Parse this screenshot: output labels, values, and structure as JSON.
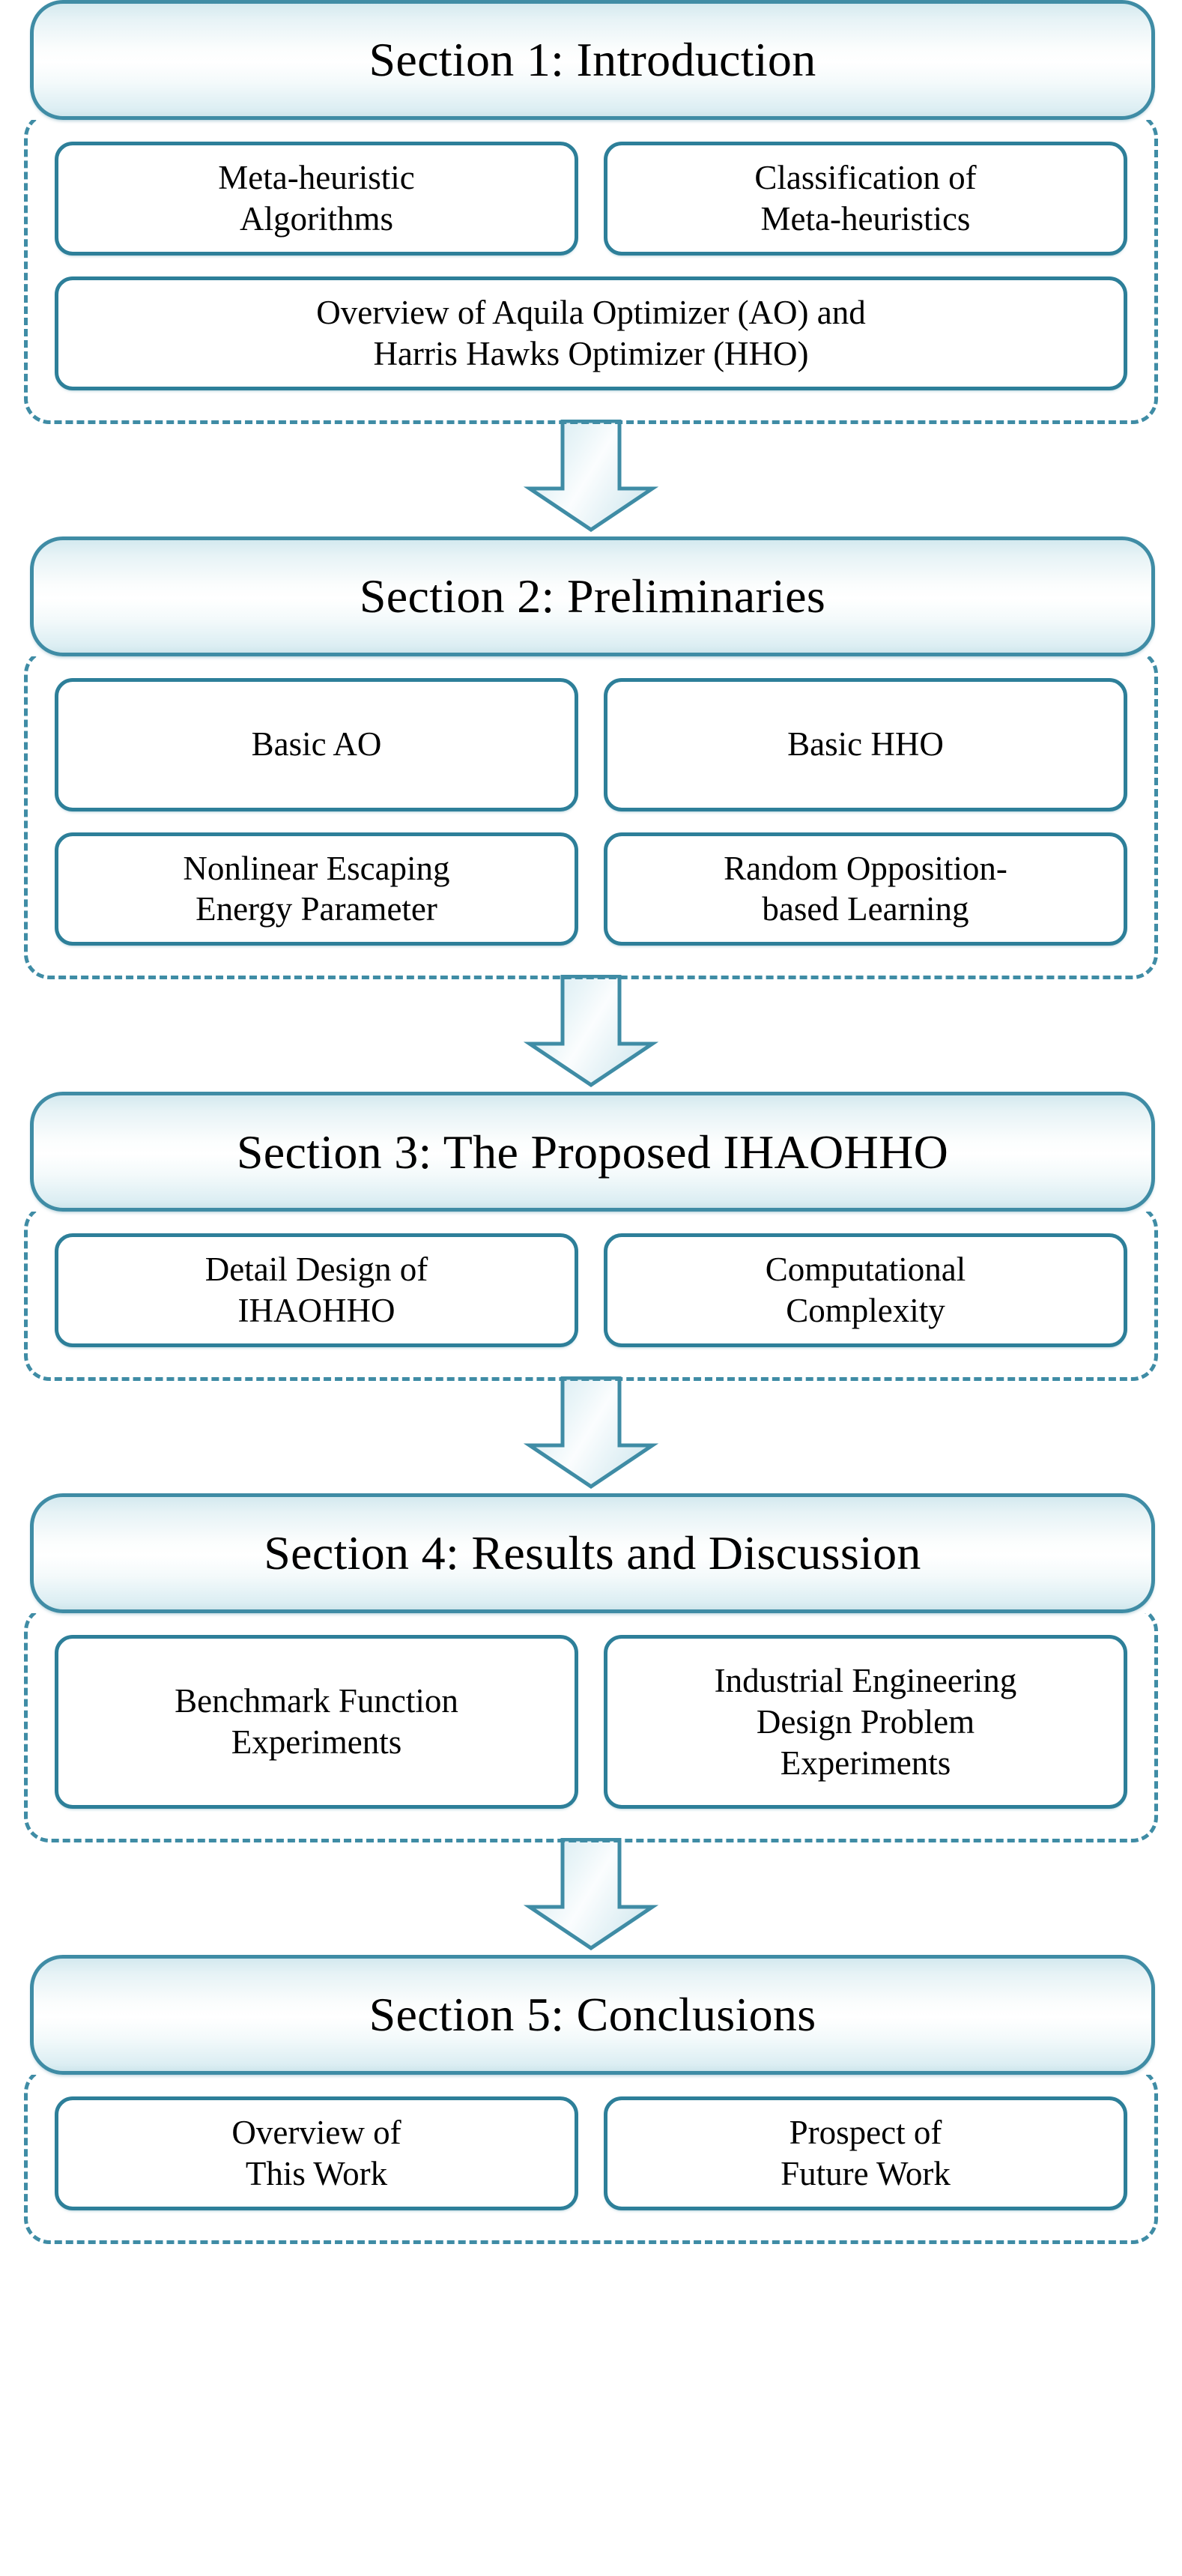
{
  "diagram": {
    "title": "Paper organization flowchart",
    "colors": {
      "border": "#3f8ca5",
      "sub_box_border": "#2d7f99",
      "header_gradient_top": "#d4e9ef",
      "header_gradient_mid": "#ffffff",
      "header_gradient_bottom": "#cfe6ec",
      "arrow_fill": "#e4f1f6",
      "text": "#000000"
    },
    "arrow_icon": "down-arrow-icon",
    "sections": [
      {
        "id": "section-1",
        "header": "Section 1: Introduction",
        "rows": [
          {
            "boxes": [
              {
                "label": "Meta-heuristic\nAlgorithms"
              },
              {
                "label": "Classification of\nMeta-heuristics"
              }
            ]
          },
          {
            "boxes": [
              {
                "label": "Overview of Aquila Optimizer (AO) and\nHarris Hawks Optimizer (HHO)"
              }
            ]
          }
        ]
      },
      {
        "id": "section-2",
        "header": "Section 2: Preliminaries",
        "rows": [
          {
            "boxes": [
              {
                "label": "Basic AO"
              },
              {
                "label": "Basic HHO"
              }
            ]
          },
          {
            "boxes": [
              {
                "label": "Nonlinear Escaping\nEnergy Parameter"
              },
              {
                "label": "Random Opposition-\nbased Learning"
              }
            ]
          }
        ]
      },
      {
        "id": "section-3",
        "header": "Section 3: The Proposed IHAOHHO",
        "rows": [
          {
            "boxes": [
              {
                "label": "Detail Design of\nIHAOHHO"
              },
              {
                "label": "Computational\nComplexity"
              }
            ]
          }
        ]
      },
      {
        "id": "section-4",
        "header": "Section 4: Results and Discussion",
        "rows": [
          {
            "boxes": [
              {
                "label": "Benchmark Function\nExperiments"
              },
              {
                "label": "Industrial Engineering\nDesign Problem\nExperiments"
              }
            ]
          }
        ]
      },
      {
        "id": "section-5",
        "header": "Section 5: Conclusions",
        "rows": [
          {
            "boxes": [
              {
                "label": "Overview of\nThis Work"
              },
              {
                "label": "Prospect of\nFuture Work"
              }
            ]
          }
        ]
      }
    ]
  }
}
